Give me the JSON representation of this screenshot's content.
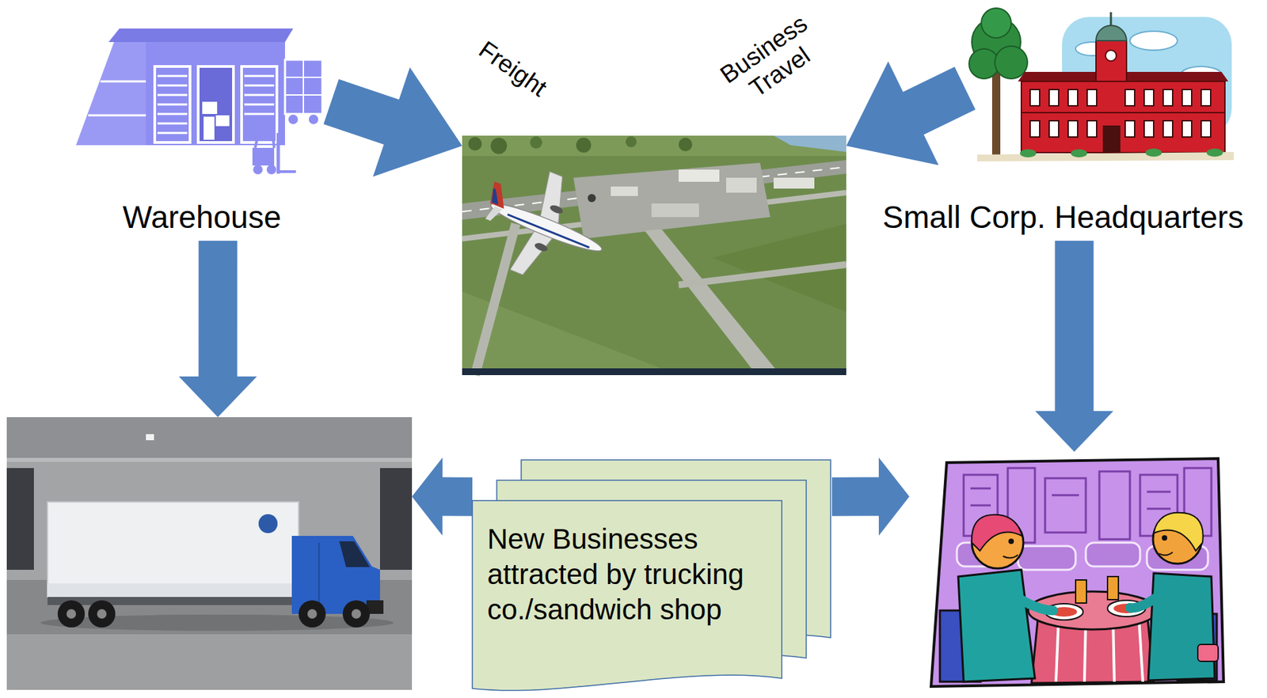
{
  "diagram": {
    "nodes": [
      {
        "text": [
          "Warehouse"
        ]
      },
      {
        "text": []
      },
      {
        "text": [
          "Small Corp. Headquarters"
        ]
      },
      {
        "text": []
      },
      {
        "text": [
          "New Businesses attracted by trucking co./sandwich shop"
        ]
      },
      {
        "text": []
      }
    ],
    "edges": [
      {
        "from": 0,
        "to": 1,
        "arrow": "to",
        "label": "Freight"
      },
      {
        "from": 2,
        "to": 1,
        "arrow": "to",
        "label": "Business Travel"
      },
      {
        "from": 0,
        "to": 3,
        "arrow": "to"
      },
      {
        "from": 2,
        "to": 5,
        "arrow": "to"
      },
      {
        "from": 4,
        "to": 3,
        "arrow": "to"
      },
      {
        "from": 4,
        "to": 5,
        "arrow": "to"
      }
    ]
  }
}
